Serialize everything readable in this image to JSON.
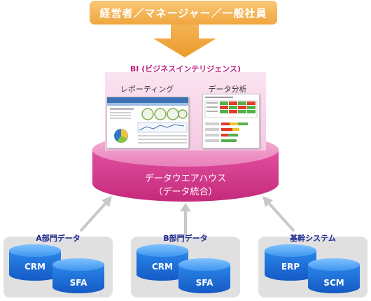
{
  "banner": {
    "text": "経営者／マネージャー／一般社員"
  },
  "bi": {
    "title": "BI (ビジネスインテリジェンス)",
    "reporting_label": "レポーティング",
    "analysis_label": "データ分析"
  },
  "warehouse": {
    "line1": "データウエアハウス",
    "line2": "（データ統合）"
  },
  "groups": [
    {
      "title": "A部門データ",
      "db1": "CRM",
      "db2": "SFA"
    },
    {
      "title": "B部門データ",
      "db1": "CRM",
      "db2": "SFA"
    },
    {
      "title": "基幹システム",
      "db1": "ERP",
      "db2": "SCM"
    }
  ],
  "colors": {
    "banner": "#f0a63f",
    "warehouse": "#d03a8c",
    "bi_title": "#c01f80",
    "database": "#1e6fd6",
    "group_title": "#1f2a8f",
    "group_box": "#e0e0e0"
  }
}
